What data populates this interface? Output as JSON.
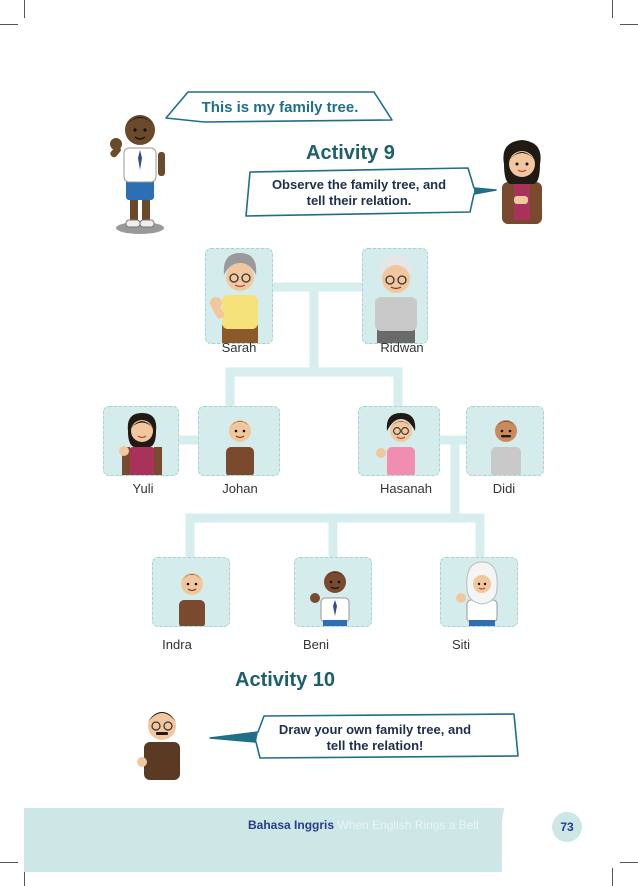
{
  "bubble_top": "This is my family tree.",
  "activity9": {
    "heading": "Activity 9",
    "instruction_line1": "Observe the family tree, and",
    "instruction_line2": "tell their relation."
  },
  "family": {
    "gen1": [
      "Sarah",
      "Ridwan"
    ],
    "gen2": [
      "Yuli",
      "Johan",
      "Hasanah",
      "Didi"
    ],
    "gen3": [
      "Indra",
      "Beni",
      "Siti"
    ]
  },
  "activity10": {
    "heading": "Activity 10",
    "instruction_line1": "Draw your own family tree, and",
    "instruction_line2": "tell the relation!"
  },
  "footer": {
    "book_title": "Bahasa Inggris",
    "subtitle": "When English Rings a Bell",
    "page_number": "73"
  },
  "colors": {
    "accent": "#1f6f86",
    "tile_bg": "#d4ecec",
    "connector": "#d6eeee",
    "footer_bg": "#cde6e6"
  }
}
